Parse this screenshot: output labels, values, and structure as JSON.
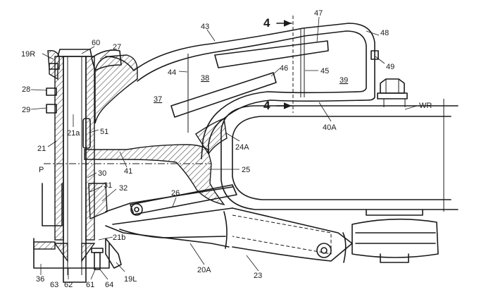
{
  "labels": {
    "l19R": "19R",
    "l60": "60",
    "l27": "27",
    "l28": "28",
    "l29": "29",
    "l21a": "21a",
    "l51": "51",
    "l21": "21",
    "lP": "P",
    "l30": "30",
    "l31": "31",
    "l32": "32",
    "l21b": "21b",
    "l36": "36",
    "l63": "63",
    "l62": "62",
    "l61": "61",
    "l64": "64",
    "l19L": "19L",
    "l43": "43",
    "l44": "44",
    "l38": "38",
    "l37": "37",
    "l47": "47",
    "l46": "46",
    "l45": "45",
    "l39": "39",
    "l48": "48",
    "l49": "49",
    "lWR": "WR",
    "l40A": "40A",
    "l24A": "24A",
    "l41": "41",
    "l25": "25",
    "l26": "26",
    "l20A": "20A",
    "l23": "23"
  },
  "section_marks": {
    "top": "4",
    "bottom": "4"
  }
}
